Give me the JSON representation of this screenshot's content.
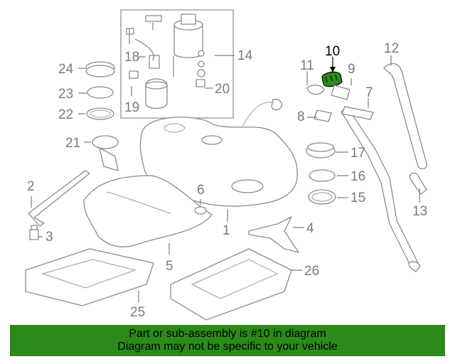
{
  "callouts": {
    "c1": "1",
    "c2": "2",
    "c3": "3",
    "c4": "4",
    "c5": "5",
    "c6": "6",
    "c7": "7",
    "c8": "8",
    "c9": "9",
    "c10": "10",
    "c11": "11",
    "c12": "12",
    "c13": "13",
    "c14": "14",
    "c15": "15",
    "c16": "16",
    "c17": "17",
    "c18": "18",
    "c19": "19",
    "c20": "20",
    "c21": "21",
    "c22": "22",
    "c23": "23",
    "c24": "24",
    "c25": "25",
    "c26": "26"
  },
  "highlight_color": "#2b8a1a",
  "banner": {
    "line1": "Part or sub-assembly is #10 in diagram",
    "line2": "Diagram may not be specific to your vehicle"
  }
}
